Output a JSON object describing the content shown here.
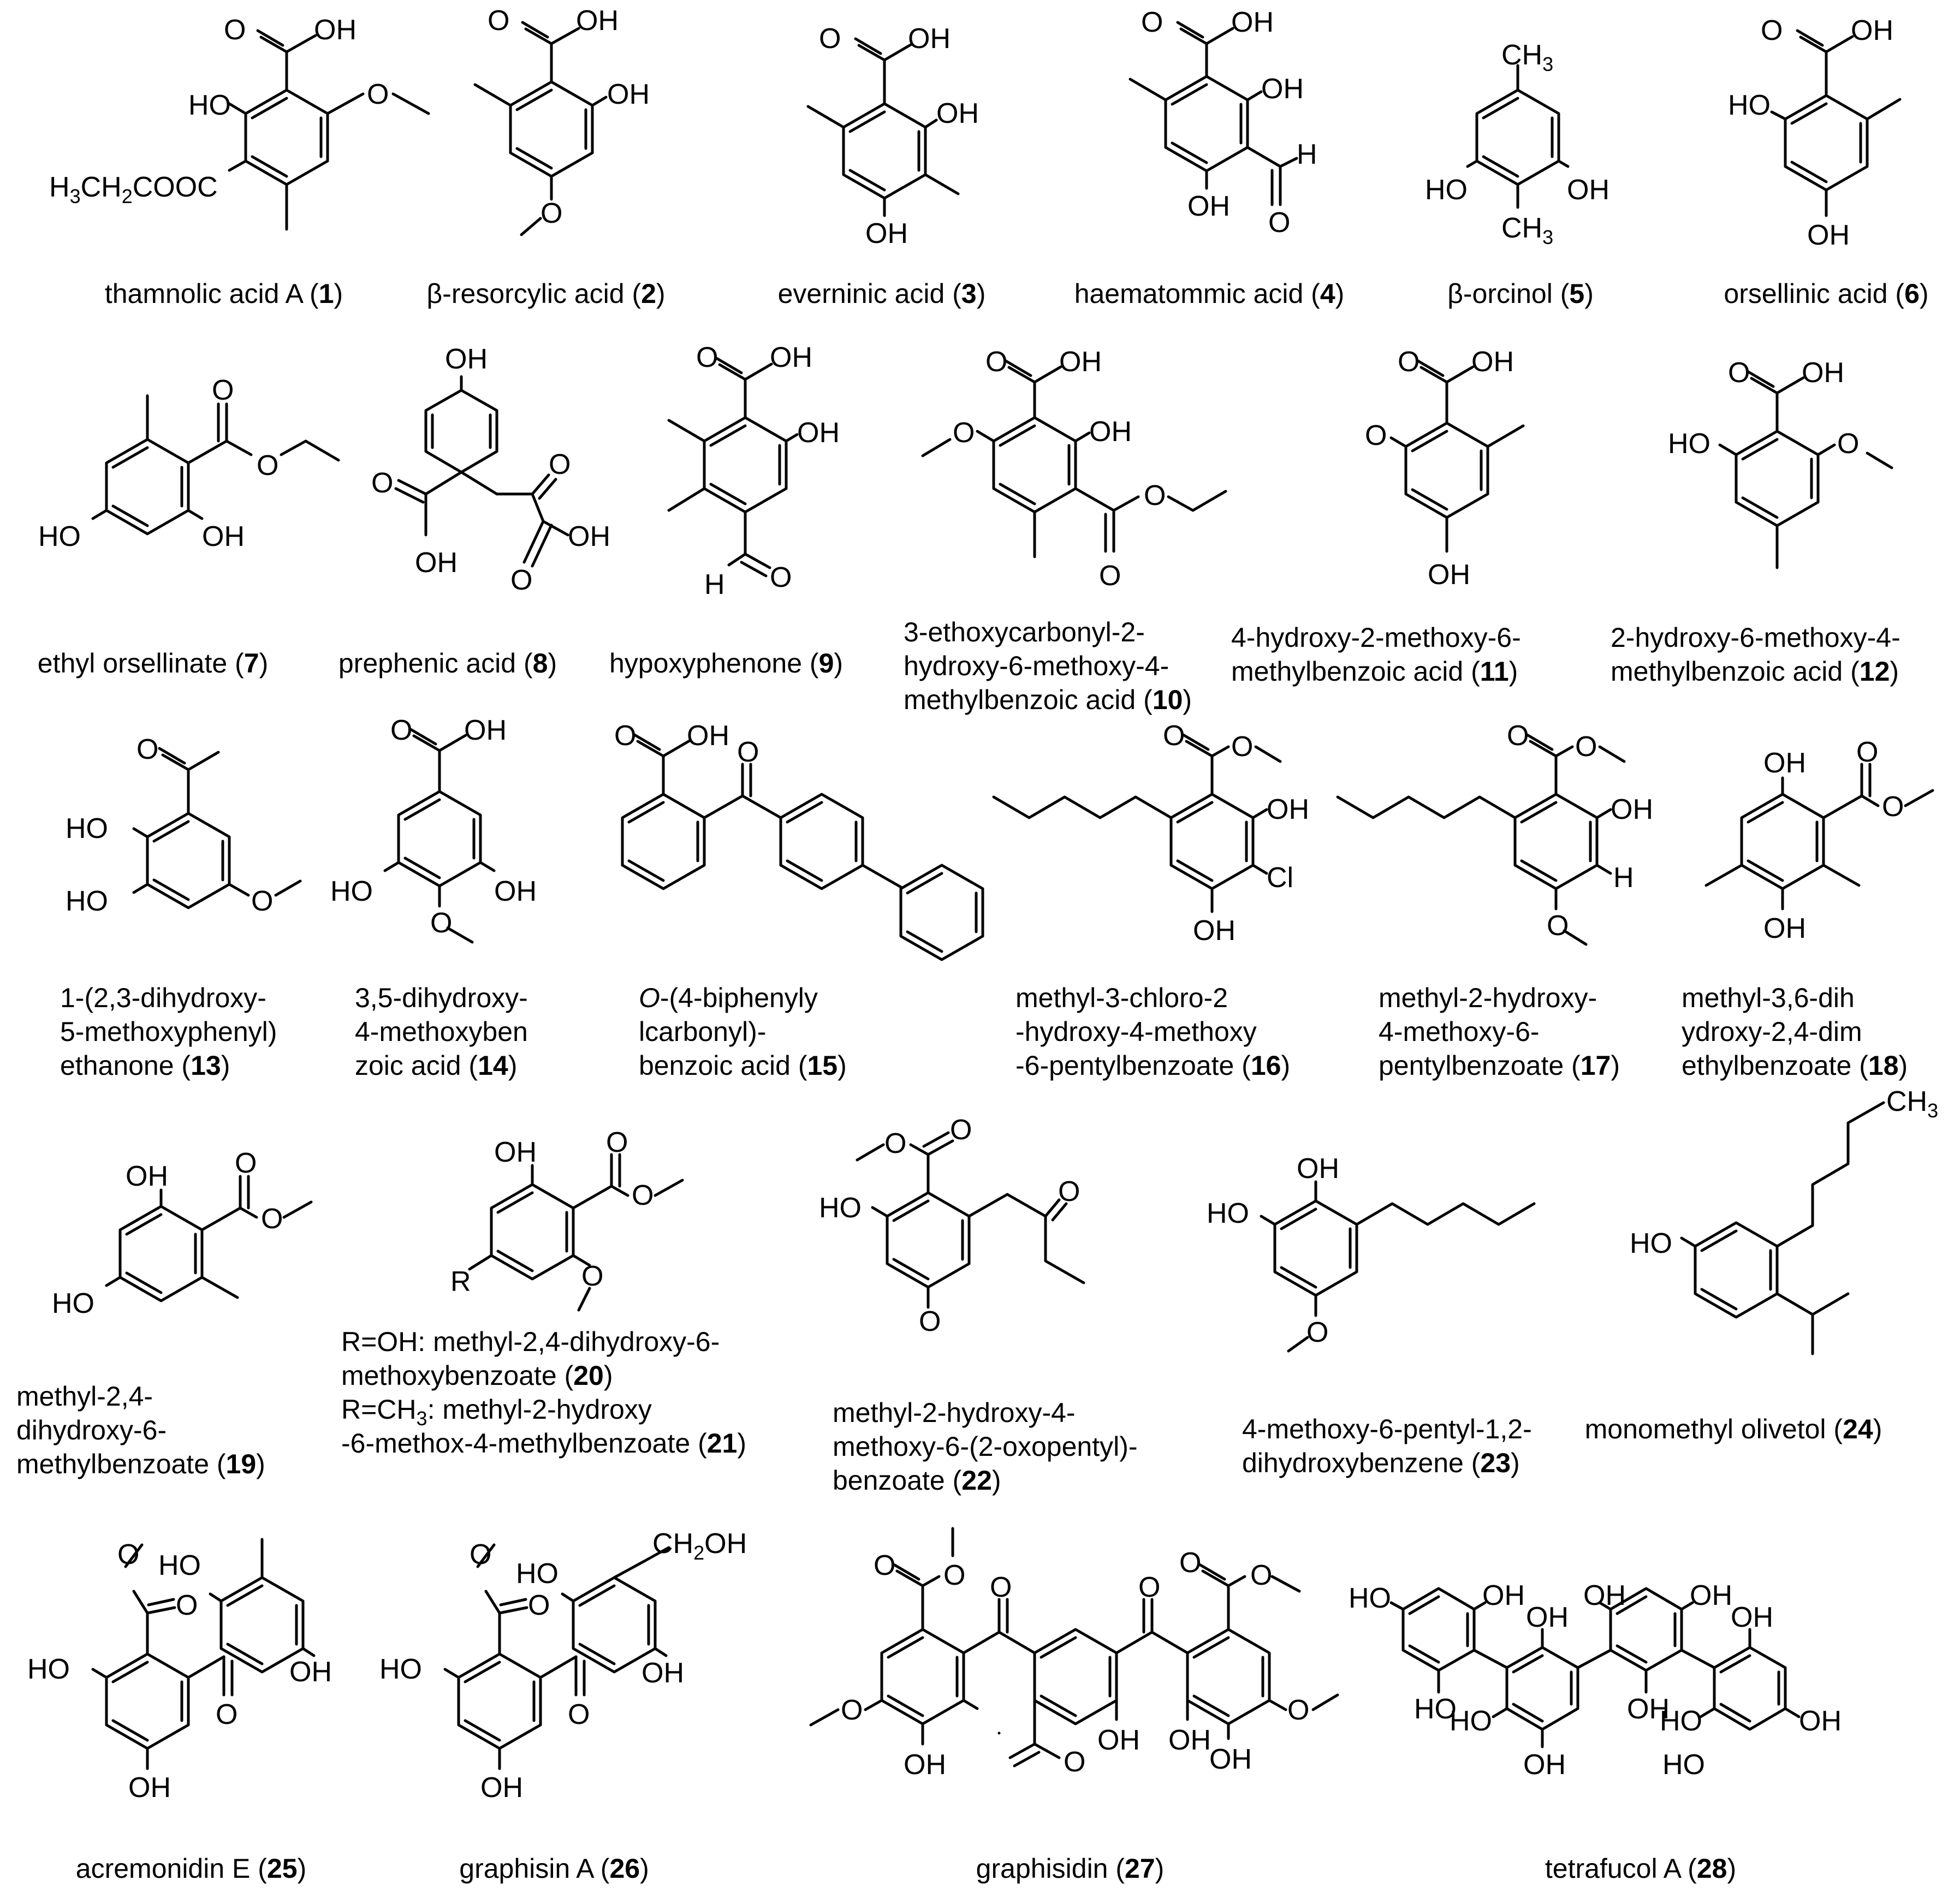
{
  "compounds": [
    {
      "id": "c1",
      "caption": [
        {
          "t": "thamnolic acid A ("
        },
        {
          "t": "1",
          "b": true
        },
        {
          "t": ")"
        }
      ],
      "atoms": [
        {
          "t": "O"
        },
        {
          "t": "OH"
        },
        {
          "t": "HO"
        },
        {
          "t": "O"
        },
        {
          "t": "H"
        },
        {
          "t": "3"
        },
        {
          "t": "CH"
        },
        {
          "t": "2"
        },
        {
          "t": "COOC"
        }
      ]
    },
    {
      "id": "c2",
      "caption": [
        {
          "t": "β-resorcylic acid ("
        },
        {
          "t": "2",
          "b": true
        },
        {
          "t": ")"
        }
      ],
      "atoms": [
        {
          "t": "O"
        },
        {
          "t": "OH"
        },
        {
          "t": "OH"
        },
        {
          "t": "O"
        }
      ]
    },
    {
      "id": "c3",
      "caption": [
        {
          "t": "everninic acid ("
        },
        {
          "t": "3",
          "b": true
        },
        {
          "t": ")"
        }
      ],
      "atoms": [
        {
          "t": "O"
        },
        {
          "t": "OH"
        },
        {
          "t": "OH"
        },
        {
          "t": "OH"
        }
      ]
    },
    {
      "id": "c4",
      "caption": [
        {
          "t": "haematommic acid ("
        },
        {
          "t": "4",
          "b": true
        },
        {
          "t": ")"
        }
      ],
      "atoms": [
        {
          "t": "O"
        },
        {
          "t": "OH"
        },
        {
          "t": "OH"
        },
        {
          "t": "H"
        },
        {
          "t": "OH"
        },
        {
          "t": "O"
        }
      ]
    },
    {
      "id": "c5",
      "caption": [
        {
          "t": "β-orcinol ("
        },
        {
          "t": "5",
          "b": true
        },
        {
          "t": ")"
        }
      ],
      "atoms": [
        {
          "t": "CH"
        },
        {
          "t": "3"
        },
        {
          "t": "HO"
        },
        {
          "t": "OH"
        },
        {
          "t": "CH"
        },
        {
          "t": "3"
        }
      ]
    },
    {
      "id": "c6",
      "caption": [
        {
          "t": "orsellinic acid ("
        },
        {
          "t": "6",
          "b": true
        },
        {
          "t": ")"
        }
      ],
      "atoms": [
        {
          "t": "O"
        },
        {
          "t": "OH"
        },
        {
          "t": "HO"
        },
        {
          "t": "OH"
        }
      ]
    },
    {
      "id": "c7",
      "caption": [
        {
          "t": "ethyl orsellinate ("
        },
        {
          "t": "7",
          "b": true
        },
        {
          "t": ")"
        }
      ],
      "atoms": [
        {
          "t": "O"
        },
        {
          "t": "O"
        },
        {
          "t": "HO"
        },
        {
          "t": "OH"
        }
      ]
    },
    {
      "id": "c8",
      "caption": [
        {
          "t": "prephenic acid ("
        },
        {
          "t": "8",
          "b": true
        },
        {
          "t": ")"
        }
      ],
      "atoms": [
        {
          "t": "OH"
        },
        {
          "t": "O"
        },
        {
          "t": "O"
        },
        {
          "t": "OH"
        },
        {
          "t": "O"
        },
        {
          "t": "OH"
        }
      ]
    },
    {
      "id": "c9",
      "caption": [
        {
          "t": "hypoxyphenone ("
        },
        {
          "t": "9",
          "b": true
        },
        {
          "t": ")"
        }
      ],
      "atoms": [
        {
          "t": "O"
        },
        {
          "t": "OH"
        },
        {
          "t": "OH"
        },
        {
          "t": "H"
        },
        {
          "t": "O"
        }
      ]
    },
    {
      "id": "c10",
      "caption": [
        {
          "t": "3-ethoxycarbonyl-2-"
        },
        {
          "t": "hydroxy-6-methoxy-4-",
          "nl": true
        },
        {
          "t": "methylbenzoic acid (",
          "nl": true
        },
        {
          "t": "10",
          "b": true
        },
        {
          "t": ")"
        }
      ],
      "atoms": [
        {
          "t": "O"
        },
        {
          "t": "OH"
        },
        {
          "t": "OH"
        },
        {
          "t": "O"
        },
        {
          "t": "O"
        },
        {
          "t": "O"
        }
      ]
    },
    {
      "id": "c11",
      "caption": [
        {
          "t": "4-hydroxy-2-methoxy-6-"
        },
        {
          "t": "methylbenzoic acid (",
          "nl": true
        },
        {
          "t": "11",
          "b": true
        },
        {
          "t": ")"
        }
      ],
      "atoms": [
        {
          "t": "O"
        },
        {
          "t": "OH"
        },
        {
          "t": "O"
        },
        {
          "t": "OH"
        }
      ]
    },
    {
      "id": "c12",
      "caption": [
        {
          "t": "2-hydroxy-6-methoxy-4-"
        },
        {
          "t": "methylbenzoic acid (",
          "nl": true
        },
        {
          "t": "12",
          "b": true
        },
        {
          "t": ")"
        }
      ],
      "atoms": [
        {
          "t": "O"
        },
        {
          "t": "OH"
        },
        {
          "t": "HO"
        },
        {
          "t": "O"
        }
      ]
    },
    {
      "id": "c13",
      "caption": [
        {
          "t": "1-(2,3-dihydroxy-"
        },
        {
          "t": "5-methoxyphenyl)",
          "nl": true
        },
        {
          "t": "ethanone (",
          "nl": true
        },
        {
          "t": "13",
          "b": true
        },
        {
          "t": ")"
        }
      ],
      "atoms": [
        {
          "t": "O"
        },
        {
          "t": "HO"
        },
        {
          "t": "HO"
        },
        {
          "t": "O"
        }
      ]
    },
    {
      "id": "c14",
      "caption": [
        {
          "t": "3,5-dihydroxy-"
        },
        {
          "t": "4-methoxyben",
          "nl": true
        },
        {
          "t": "zoic acid (",
          "nl": true
        },
        {
          "t": "14",
          "b": true
        },
        {
          "t": ")"
        }
      ],
      "atoms": [
        {
          "t": "O"
        },
        {
          "t": "OH"
        },
        {
          "t": "HO"
        },
        {
          "t": "OH"
        },
        {
          "t": "O"
        }
      ]
    },
    {
      "id": "c15",
      "caption": [
        {
          "t": "O",
          "i": true
        },
        {
          "t": "-(4-biphenyly"
        },
        {
          "t": "lcarbonyl)-",
          "nl": true
        },
        {
          "t": "benzoic acid (",
          "nl": true
        },
        {
          "t": "15",
          "b": true
        },
        {
          "t": ")"
        }
      ],
      "atoms": [
        {
          "t": "O"
        },
        {
          "t": "OH"
        },
        {
          "t": "O"
        }
      ]
    },
    {
      "id": "c16",
      "caption": [
        {
          "t": "methyl-3-chloro-2"
        },
        {
          "t": "-hydroxy-4-methoxy",
          "nl": true
        },
        {
          "t": "-6-pentylbenzoate  (",
          "nl": true
        },
        {
          "t": "16",
          "b": true
        },
        {
          "t": ")"
        }
      ],
      "atoms": [
        {
          "t": "O"
        },
        {
          "t": "O"
        },
        {
          "t": "OH"
        },
        {
          "t": "Cl"
        },
        {
          "t": "OH"
        }
      ]
    },
    {
      "id": "c17",
      "caption": [
        {
          "t": "methyl-2-hydroxy-"
        },
        {
          "t": "4-methoxy-6-",
          "nl": true
        },
        {
          "t": "pentylbenzoate (",
          "nl": true
        },
        {
          "t": "17",
          "b": true
        },
        {
          "t": ")"
        }
      ],
      "atoms": [
        {
          "t": "O"
        },
        {
          "t": "O"
        },
        {
          "t": "OH"
        },
        {
          "t": "H"
        },
        {
          "t": "O"
        }
      ]
    },
    {
      "id": "c18",
      "caption": [
        {
          "t": "methyl-3,6-dih"
        },
        {
          "t": "ydroxy-2,4-dim",
          "nl": true
        },
        {
          "t": "ethylbenzoate (",
          "nl": true
        },
        {
          "t": "18",
          "b": true
        },
        {
          "t": ")"
        }
      ],
      "atoms": [
        {
          "t": "OH"
        },
        {
          "t": "O"
        },
        {
          "t": "O"
        },
        {
          "t": "OH"
        }
      ]
    },
    {
      "id": "c19",
      "caption": [
        {
          "t": "methyl-2,4-"
        },
        {
          "t": "dihydroxy-6-",
          "nl": true
        },
        {
          "t": "methylbenzoate  (",
          "nl": true
        },
        {
          "t": "19",
          "b": true
        },
        {
          "t": ")"
        }
      ],
      "atoms": [
        {
          "t": "OH"
        },
        {
          "t": "O"
        },
        {
          "t": "O"
        },
        {
          "t": "HO"
        }
      ]
    },
    {
      "id": "c2021",
      "caption": [
        {
          "t": "R=OH: methyl-2,4-dihydroxy-6-"
        },
        {
          "t": "methoxybenzoate  (",
          "nl": true
        },
        {
          "t": "20",
          "b": true
        },
        {
          "t": ")"
        },
        {
          "t": "R=CH",
          "nl": true
        },
        {
          "t": "3",
          "sub": true
        },
        {
          "t": ": methyl-2-hydroxy"
        },
        {
          "t": "-6-methox-4-methylbenzoate  (",
          "nl": true
        },
        {
          "t": "21",
          "b": true
        },
        {
          "t": ")"
        }
      ],
      "atoms": [
        {
          "t": "OH"
        },
        {
          "t": "O"
        },
        {
          "t": "O"
        },
        {
          "t": "R"
        },
        {
          "t": "O"
        }
      ]
    },
    {
      "id": "c22",
      "caption": [
        {
          "t": "methyl-2-hydroxy-4-"
        },
        {
          "t": "methoxy-6-(2-oxopentyl)-",
          "nl": true
        },
        {
          "t": "benzoate (",
          "nl": true
        },
        {
          "t": "22",
          "b": true
        },
        {
          "t": ")"
        }
      ],
      "atoms": [
        {
          "t": "O"
        },
        {
          "t": "O"
        },
        {
          "t": "HO"
        },
        {
          "t": "O"
        },
        {
          "t": "O"
        }
      ]
    },
    {
      "id": "c23",
      "caption": [
        {
          "t": "4-methoxy-6-pentyl-1,2-"
        },
        {
          "t": "dihydroxybenzene (",
          "nl": true
        },
        {
          "t": "23",
          "b": true
        },
        {
          "t": ")"
        }
      ],
      "atoms": [
        {
          "t": "OH"
        },
        {
          "t": "HO"
        },
        {
          "t": "O"
        }
      ]
    },
    {
      "id": "c24",
      "caption": [
        {
          "t": "monomethyl olivetol ("
        },
        {
          "t": "24",
          "b": true
        },
        {
          "t": ")"
        }
      ],
      "atoms": [
        {
          "t": "CH"
        },
        {
          "t": "3"
        },
        {
          "t": "HO"
        }
      ]
    },
    {
      "id": "c25",
      "caption": [
        {
          "t": "acremonidin E ("
        },
        {
          "t": "25",
          "b": true
        },
        {
          "t": ")"
        }
      ],
      "atoms": [
        {
          "t": "O"
        },
        {
          "t": "HO"
        },
        {
          "t": "O"
        },
        {
          "t": "HO"
        },
        {
          "t": "OH"
        },
        {
          "t": "O"
        },
        {
          "t": "OH"
        }
      ]
    },
    {
      "id": "c26",
      "caption": [
        {
          "t": "graphisin A ("
        },
        {
          "t": "26",
          "b": true
        },
        {
          "t": ")"
        }
      ],
      "atoms": [
        {
          "t": "O"
        },
        {
          "t": "HO"
        },
        {
          "t": "CH"
        },
        {
          "t": "2"
        },
        {
          "t": "OH"
        },
        {
          "t": "HO"
        },
        {
          "t": "O"
        },
        {
          "t": "OH"
        },
        {
          "t": "O"
        },
        {
          "t": "OH"
        }
      ]
    },
    {
      "id": "c27",
      "caption": [
        {
          "t": "graphisidin ("
        },
        {
          "t": "27",
          "b": true
        },
        {
          "t": ")"
        }
      ],
      "atoms": [
        {
          "t": "O"
        },
        {
          "t": "O"
        },
        {
          "t": "O"
        },
        {
          "t": "O"
        },
        {
          "t": "O"
        },
        {
          "t": "O"
        },
        {
          "t": "O"
        },
        {
          "t": "OH"
        },
        {
          "t": "O"
        },
        {
          "t": "OH"
        },
        {
          "t": "OH"
        },
        {
          "t": "OH"
        },
        {
          "t": "O"
        }
      ]
    },
    {
      "id": "c28",
      "caption": [
        {
          "t": "tetrafucol A ("
        },
        {
          "t": "28",
          "b": true
        },
        {
          "t": ")"
        }
      ],
      "atoms": [
        {
          "t": "HO"
        },
        {
          "t": "OH"
        },
        {
          "t": "OH"
        },
        {
          "t": "OH"
        },
        {
          "t": "OH"
        },
        {
          "t": "HO"
        },
        {
          "t": "HO"
        },
        {
          "t": "OH"
        },
        {
          "t": "OH"
        },
        {
          "t": "HO"
        },
        {
          "t": "OH"
        },
        {
          "t": "HO"
        },
        {
          "t": "OH"
        }
      ]
    }
  ]
}
